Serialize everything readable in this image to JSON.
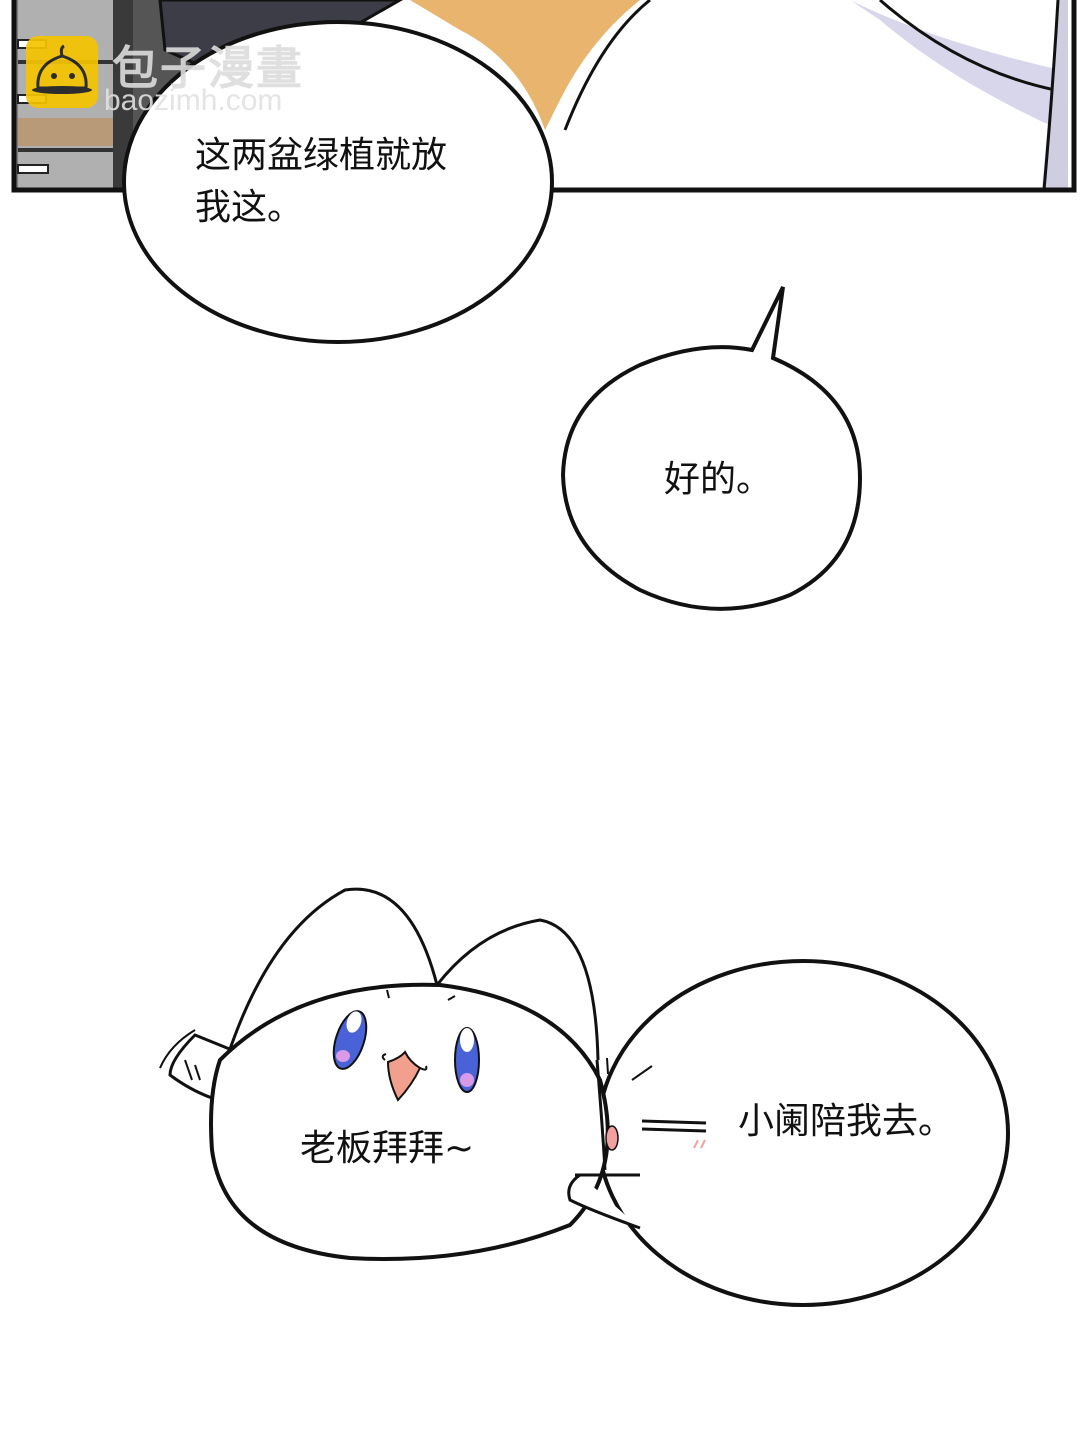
{
  "page": {
    "type": "comic-page",
    "background": "#ffffff"
  },
  "watermark": {
    "icon": "steamed-bun-logo-icon",
    "title": "包子漫畫",
    "url": "baozimh.com",
    "logo_color": "#f5c400"
  },
  "panel_top": {
    "border_color": "#111111",
    "skin_color": "#e8b46e",
    "shadow_color": "#d6d4e6",
    "bg_left": "#8a8a8a"
  },
  "bubbles": [
    {
      "id": "bubble-1",
      "text": "这两盆绿植就放我这。",
      "lines": [
        "这两盆绿植就放",
        "我这。"
      ]
    },
    {
      "id": "bubble-2",
      "text": "好的。"
    },
    {
      "id": "bubble-3",
      "text": "老板拜拜~",
      "shape": "cat-blob-character"
    },
    {
      "id": "bubble-4",
      "text": "小阑陪我去。",
      "shape": "blob-character-side"
    }
  ],
  "character": {
    "eye_color": "#4a62d8",
    "eye_highlight": "#d99ae8",
    "mouth_color": "#f0a08c",
    "blush_color": "#f2a0a0"
  }
}
